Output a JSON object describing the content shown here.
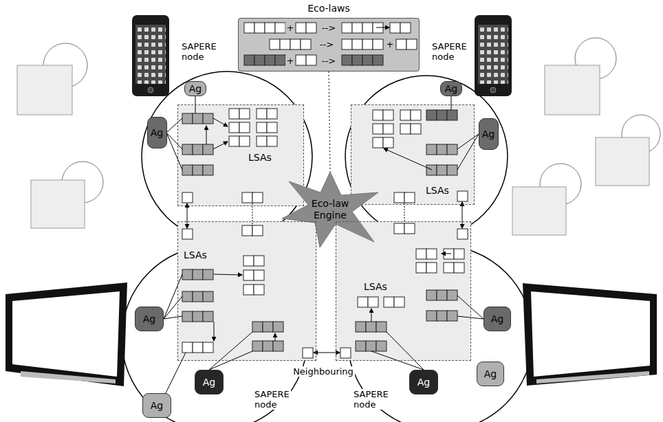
{
  "diagram": {
    "nodes": [
      {
        "text": [
          "Eco-laws"
        ]
      },
      {
        "text": [
          "LSAs"
        ]
      },
      {
        "text": [
          "Ag"
        ]
      },
      {
        "text": [
          "Ag"
        ]
      },
      {
        "text": [
          "LSAs"
        ]
      },
      {
        "text": [
          "Ag"
        ]
      },
      {
        "text": [
          "Ag"
        ]
      },
      {
        "text": [
          "Eco-law Engine"
        ]
      },
      {
        "text": [
          "LSAs"
        ]
      },
      {
        "text": [
          "Ag"
        ]
      },
      {
        "text": [
          "Ag"
        ]
      },
      {
        "text": [
          "Ag"
        ]
      },
      {
        "text": [
          "LSAs"
        ]
      },
      {
        "text": [
          "Ag"
        ]
      },
      {
        "text": [
          "Ag"
        ]
      },
      {
        "text": [
          "Ag"
        ]
      }
    ],
    "edges": [
      {
        "from": 0,
        "to": 7,
        "arrow": "none"
      }
    ],
    "labels": [
      "+",
      "-->",
      "-->",
      "+",
      "+",
      "-->",
      "SAPERE node",
      "SAPERE node",
      "Neighbouring",
      "SAPERE node",
      "SAPERE node"
    ]
  }
}
